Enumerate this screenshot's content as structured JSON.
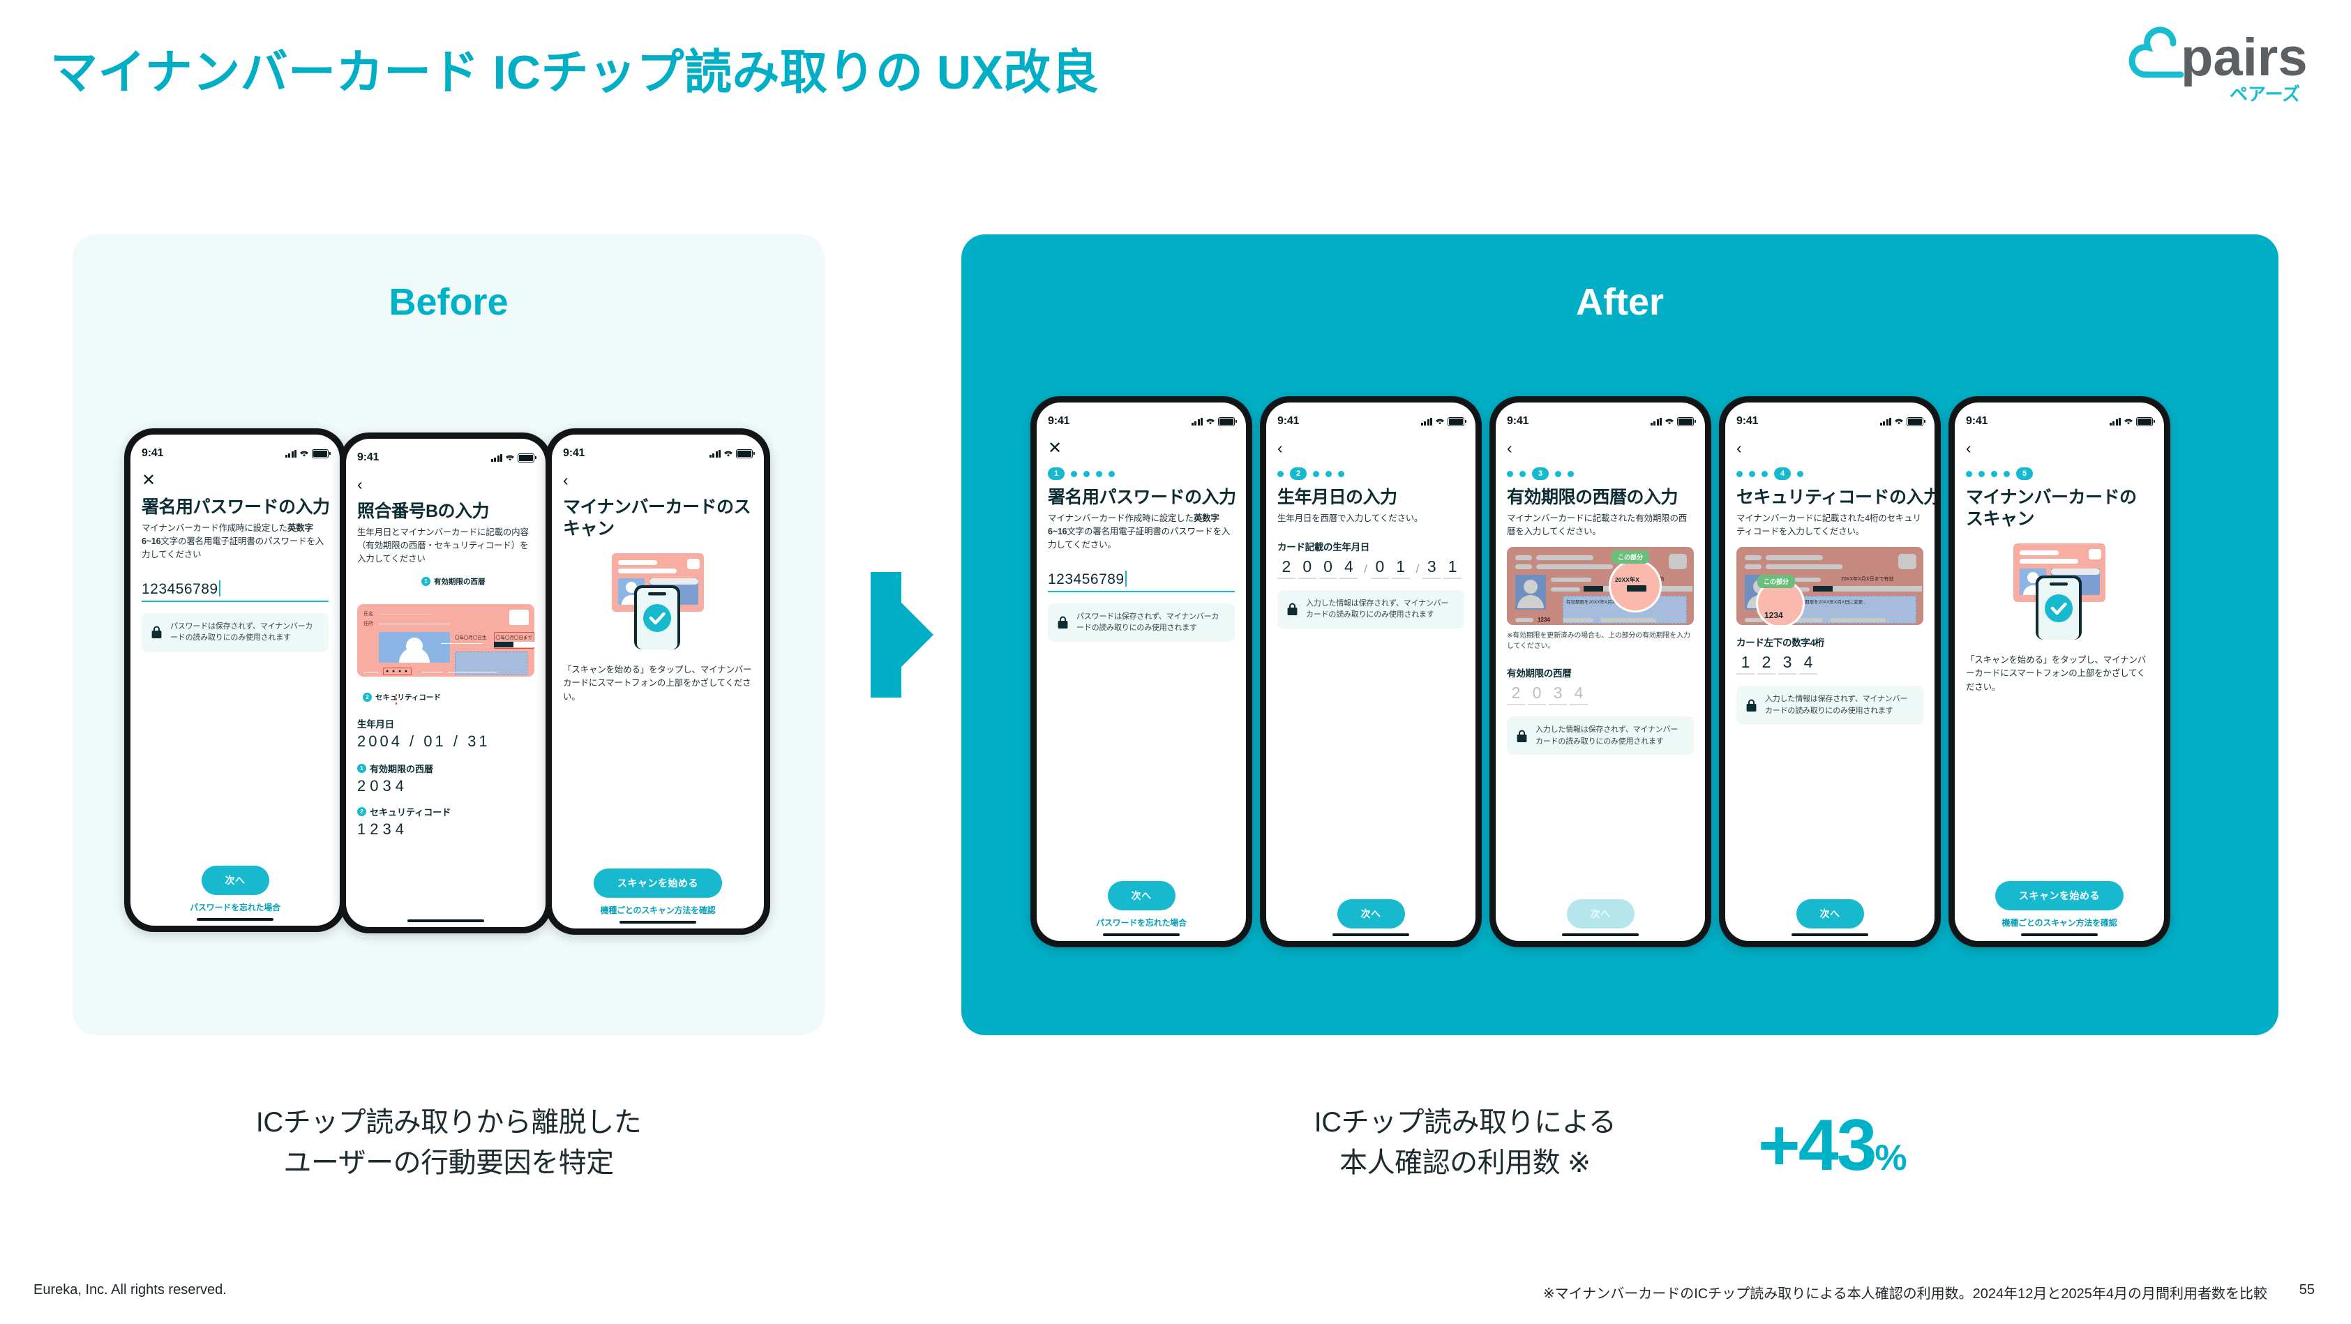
{
  "header": {
    "title": "マイナンバーカード ICチップ読み取りの UX改良",
    "logo_text": "pairs",
    "logo_sub": "ペアーズ"
  },
  "panels": {
    "before_label": "Before",
    "after_label": "After",
    "arrow_icon": "arrow-right-icon",
    "accent_color": "#00afc6",
    "before_bg": "#f1fafa"
  },
  "common": {
    "status_time": "9:41",
    "back_icon": "chevron-left-icon",
    "close_icon": "close-icon",
    "lock_icon": "lock-icon",
    "next_label": "次へ",
    "scan_label": "スキャンを始める",
    "forgot_password_label": "パスワードを忘れた場合",
    "scan_method_label": "機種ごとのスキャン方法を確認",
    "password_notice": "パスワードは保存されず、マイナンバーカードの読み取りにのみ使用されます",
    "input_notice": "入力した情報は保存されず、マイナンバーカードの読み取りにのみ使用されます",
    "scan_desc": "「スキャンを始める」をタップし、マイナンバーカードにスマートフォンの上部をかざしてください。"
  },
  "before_screens": [
    {
      "nav": "close",
      "title": "署名用パスワードの入力",
      "desc_pre": "マイナンバーカード作成時に設定した",
      "desc_bold": "英数字6~16",
      "desc_post": "文字の署名用電子証明書のパスワードを入力してください",
      "password_value": "123456789",
      "cta": "次へ",
      "sub_link": "パスワードを忘れた場合"
    },
    {
      "nav": "back",
      "title": "照合番号Bの入力",
      "desc": "生年月日とマイナンバーカードに記載の内容（有効期限の西暦・セキュリティコード）を入力してください",
      "card_badge_1": "有効期限の西暦",
      "card_badge_2": "セキュリティコード",
      "card_name_label": "氏名",
      "card_addr_label": "住所",
      "card_birth_text": "〇年〇月〇日生",
      "card_expiry_text": "〇年〇月〇日まで有効",
      "card_dots": "● ● ● ●",
      "field1_label": "生年月日",
      "field1_value": "2004 / 01 / 31",
      "field2_label": "有効期限の西暦",
      "field2_value": "2034",
      "field3_label": "セキュリティコード",
      "field3_value": "1234"
    },
    {
      "nav": "back",
      "title": "マイナンバーカードのスキャン",
      "desc": "「スキャンを始める」をタップし、マイナンバーカードにスマートフォンの上部をかざしてください。",
      "cta": "スキャンを始める",
      "sub_link": "機種ごとのスキャン方法を確認"
    }
  ],
  "after_screens": [
    {
      "step": "1",
      "total_steps": 5,
      "nav": "close",
      "title": "署名用パスワードの入力",
      "desc_pre": "マイナンバーカード作成時に設定した",
      "desc_bold": "英数字6~16",
      "desc_post": "文字の署名用電子証明書のパスワードを入力してください。",
      "password_value": "123456789",
      "notice": "パスワードは保存されず、マイナンバーカードの読み取りにのみ使用されます",
      "cta": "次へ",
      "cta_disabled": false,
      "sub_link": "パスワードを忘れた場合"
    },
    {
      "step": "2",
      "total_steps": 5,
      "nav": "back",
      "title": "生年月日の入力",
      "desc": "生年月日を西暦で入力してください。",
      "field_label": "カード記載の生年月日",
      "field_value": "2004 / 01 / 31",
      "notice": "入力した情報は保存されず、マイナンバーカードの読み取りにのみ使用されます",
      "cta": "次へ",
      "cta_disabled": false
    },
    {
      "step": "3",
      "total_steps": 5,
      "nav": "back",
      "title": "有効期限の西暦の入力",
      "desc": "マイナンバーカードに記載された有効期限の西暦を入力してください。",
      "callout": "この部分",
      "card_highlight_text": "20XX年X月X日まで有効",
      "card_memo_text": "有効期限を20XX年X月X日に変更...",
      "card_code": "1234",
      "note": "※有効期限を更新済みの場合も、上の部分の有効期限を入力してください。",
      "field_label": "有効期限の西暦",
      "field_value": "2034",
      "notice": "入力した情報は保存されず、マイナンバーカードの読み取りにのみ使用されます",
      "cta": "次へ",
      "cta_disabled": true
    },
    {
      "step": "4",
      "total_steps": 5,
      "nav": "back",
      "title": "セキュリティコードの入力",
      "desc": "マイナンバーカードに記載された4桁のセキュリティコードを入力してください。",
      "callout": "この部分",
      "card_highlight_text": "20XX年X月X日まで有効",
      "card_memo_text": "有効期限を20XX年X月X日に変更...",
      "card_code": "1234",
      "field_label": "カード左下の数字4桁",
      "field_value": "1234",
      "notice": "入力した情報は保存されず、マイナンバーカードの読み取りにのみ使用されます",
      "cta": "次へ",
      "cta_disabled": false
    },
    {
      "step": "5",
      "total_steps": 5,
      "nav": "back",
      "title": "マイナンバーカードのスキャン",
      "desc": "「スキャンを始める」をタップし、マイナンバーカードにスマートフォンの上部をかざしてください。",
      "cta": "スキャンを始める",
      "sub_link": "機種ごとのスキャン方法を確認"
    }
  ],
  "captions": {
    "left_line1": "ICチップ読み取りから離脱した",
    "left_line2": "ユーザーの行動要因を特定",
    "right_line1": "ICチップ読み取りによる",
    "right_line2": "本人確認の利用数 ※",
    "metric_value": "+43",
    "metric_unit": "%"
  },
  "footer": {
    "copyright": "Eureka, Inc. All rights reserved.",
    "note": "※マイナンバーカードのICチップ読み取りによる本人確認の利用数。2024年12月と2025年4月の月間利用者数を比較",
    "page_number": "55"
  }
}
